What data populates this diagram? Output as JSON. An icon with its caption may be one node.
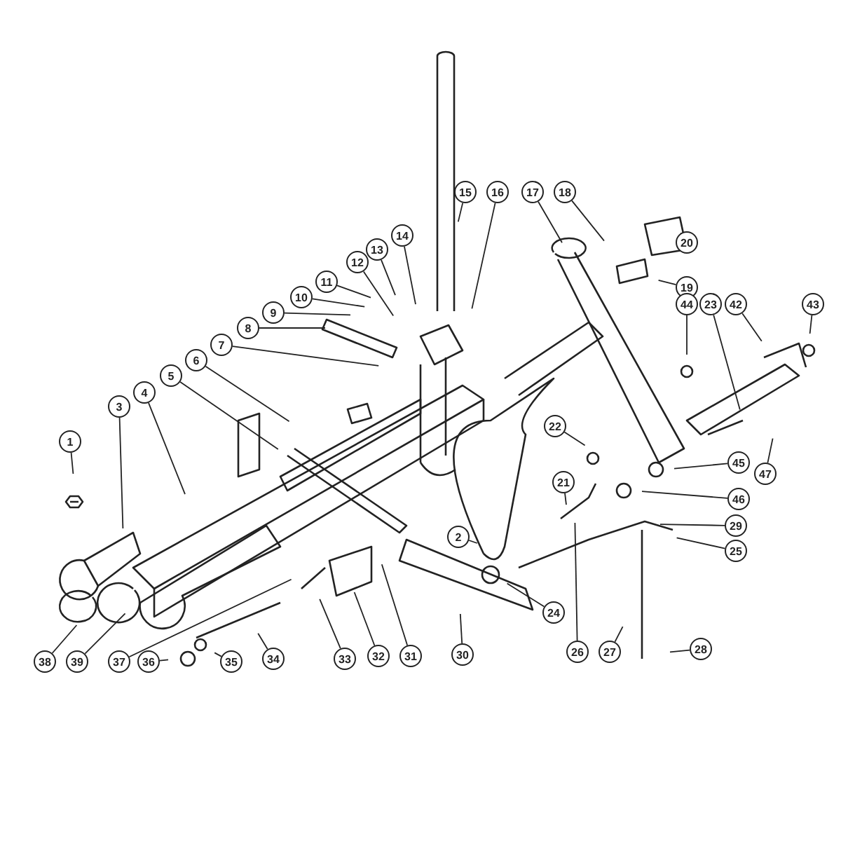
{
  "diagram": {
    "nodes": [
      {
        "text": [
          "1"
        ]
      },
      {
        "text": [
          "2"
        ]
      },
      {
        "text": [
          "3"
        ]
      },
      {
        "text": [
          "4"
        ]
      },
      {
        "text": [
          "5"
        ]
      },
      {
        "text": [
          "6"
        ]
      },
      {
        "text": [
          "7"
        ]
      },
      {
        "text": [
          "8"
        ]
      },
      {
        "text": [
          "9"
        ]
      },
      {
        "text": [
          "10"
        ]
      },
      {
        "text": [
          "11"
        ]
      },
      {
        "text": [
          "12"
        ]
      },
      {
        "text": [
          "13"
        ]
      },
      {
        "text": [
          "14"
        ]
      },
      {
        "text": [
          "15"
        ]
      },
      {
        "text": [
          "16"
        ]
      },
      {
        "text": [
          "17"
        ]
      },
      {
        "text": [
          "18"
        ]
      },
      {
        "text": [
          "19"
        ]
      },
      {
        "text": [
          "20"
        ]
      },
      {
        "text": [
          "21"
        ]
      },
      {
        "text": [
          "22"
        ]
      },
      {
        "text": [
          "23"
        ]
      },
      {
        "text": [
          "24"
        ]
      },
      {
        "text": [
          "25"
        ]
      },
      {
        "text": [
          "26"
        ]
      },
      {
        "text": [
          "27"
        ]
      },
      {
        "text": [
          "28"
        ]
      },
      {
        "text": [
          "29"
        ]
      },
      {
        "text": [
          "30"
        ]
      },
      {
        "text": [
          "31"
        ]
      },
      {
        "text": [
          "32"
        ]
      },
      {
        "text": [
          "33"
        ]
      },
      {
        "text": [
          "34"
        ]
      },
      {
        "text": [
          "35"
        ]
      },
      {
        "text": [
          "36"
        ]
      },
      {
        "text": [
          "37"
        ]
      },
      {
        "text": [
          "38"
        ]
      },
      {
        "text": [
          "39"
        ]
      },
      {
        "text": [
          "42"
        ]
      },
      {
        "text": [
          "43"
        ]
      },
      {
        "text": [
          "44"
        ]
      },
      {
        "text": [
          "45"
        ]
      },
      {
        "text": [
          "46"
        ]
      },
      {
        "text": [
          "47"
        ]
      }
    ],
    "edges": [
      {
        "from": 0,
        "to": null,
        "arrow": "none"
      },
      {
        "from": 1,
        "to": null,
        "arrow": "none"
      },
      {
        "from": 2,
        "to": null,
        "arrow": "none"
      },
      {
        "from": 3,
        "to": null,
        "arrow": "none"
      },
      {
        "from": 4,
        "to": null,
        "arrow": "none"
      },
      {
        "from": 5,
        "to": null,
        "arrow": "none"
      },
      {
        "from": 6,
        "to": null,
        "arrow": "none"
      },
      {
        "from": 7,
        "to": null,
        "arrow": "none"
      },
      {
        "from": 8,
        "to": null,
        "arrow": "none"
      },
      {
        "from": 9,
        "to": null,
        "arrow": "none"
      },
      {
        "from": 10,
        "to": null,
        "arrow": "none"
      },
      {
        "from": 11,
        "to": null,
        "arrow": "none"
      },
      {
        "from": 12,
        "to": null,
        "arrow": "none"
      },
      {
        "from": 13,
        "to": null,
        "arrow": "none"
      },
      {
        "from": 14,
        "to": null,
        "arrow": "none"
      },
      {
        "from": 15,
        "to": null,
        "arrow": "none"
      },
      {
        "from": 16,
        "to": null,
        "arrow": "none"
      },
      {
        "from": 17,
        "to": null,
        "arrow": "none"
      },
      {
        "from": 18,
        "to": null,
        "arrow": "none"
      },
      {
        "from": 19,
        "to": null,
        "arrow": "none"
      },
      {
        "from": 20,
        "to": null,
        "arrow": "none"
      },
      {
        "from": 21,
        "to": null,
        "arrow": "none"
      },
      {
        "from": 22,
        "to": null,
        "arrow": "none"
      },
      {
        "from": 23,
        "to": null,
        "arrow": "none"
      },
      {
        "from": 24,
        "to": null,
        "arrow": "none"
      },
      {
        "from": 25,
        "to": null,
        "arrow": "none"
      },
      {
        "from": 26,
        "to": null,
        "arrow": "none"
      },
      {
        "from": 27,
        "to": null,
        "arrow": "none"
      },
      {
        "from": 28,
        "to": null,
        "arrow": "none"
      },
      {
        "from": 29,
        "to": null,
        "arrow": "none"
      },
      {
        "from": 30,
        "to": null,
        "arrow": "none"
      },
      {
        "from": 31,
        "to": null,
        "arrow": "none"
      },
      {
        "from": 32,
        "to": null,
        "arrow": "none"
      },
      {
        "from": 33,
        "to": null,
        "arrow": "none"
      },
      {
        "from": 34,
        "to": null,
        "arrow": "none"
      },
      {
        "from": 35,
        "to": null,
        "arrow": "none"
      },
      {
        "from": 36,
        "to": null,
        "arrow": "none"
      },
      {
        "from": 37,
        "to": null,
        "arrow": "none"
      },
      {
        "from": 38,
        "to": null,
        "arrow": "none"
      },
      {
        "from": 39,
        "to": null,
        "arrow": "none"
      },
      {
        "from": 40,
        "to": null,
        "arrow": "none"
      },
      {
        "from": 41,
        "to": null,
        "arrow": "none"
      },
      {
        "from": 42,
        "to": null,
        "arrow": "none"
      },
      {
        "from": 43,
        "to": null,
        "arrow": "none"
      },
      {
        "from": 44,
        "to": null,
        "arrow": "none"
      }
    ]
  }
}
